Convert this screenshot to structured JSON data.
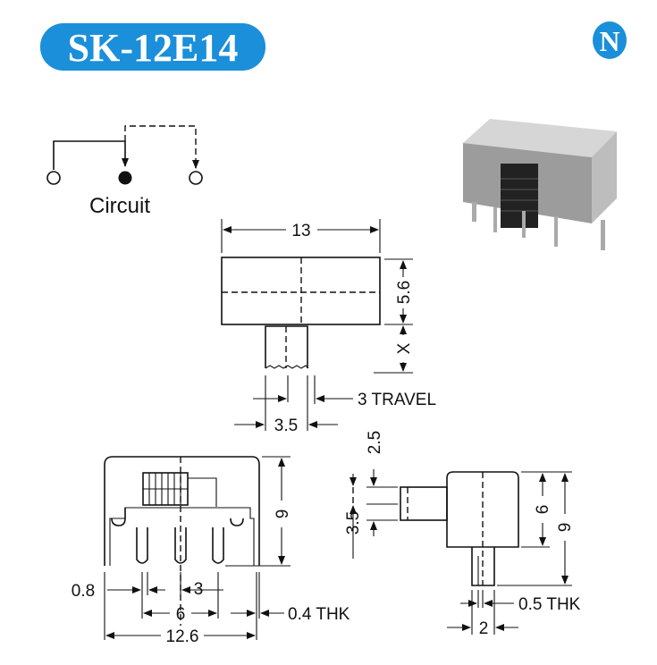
{
  "header": {
    "model": "SK-12E14",
    "logo_letter": "N",
    "accent": "#1b8fd9"
  },
  "circuit": {
    "label": "Circuit"
  },
  "top_view": {
    "width": "13",
    "height": "5.6",
    "actuator": "X",
    "travel": "3 TRAVEL",
    "actuator_width": "3.5"
  },
  "front_view": {
    "height": "9",
    "pin_width": "0.8",
    "pin_pitch": "3",
    "pin_span": "6",
    "overall": "12.6",
    "thickness": "0.4 THK"
  },
  "side_view": {
    "actuator_height": "2.5",
    "actuator_offset": "3.5",
    "body_height": "6",
    "total_height": "9",
    "pin_thickness": "0.5 THK",
    "pin_width": "2"
  }
}
